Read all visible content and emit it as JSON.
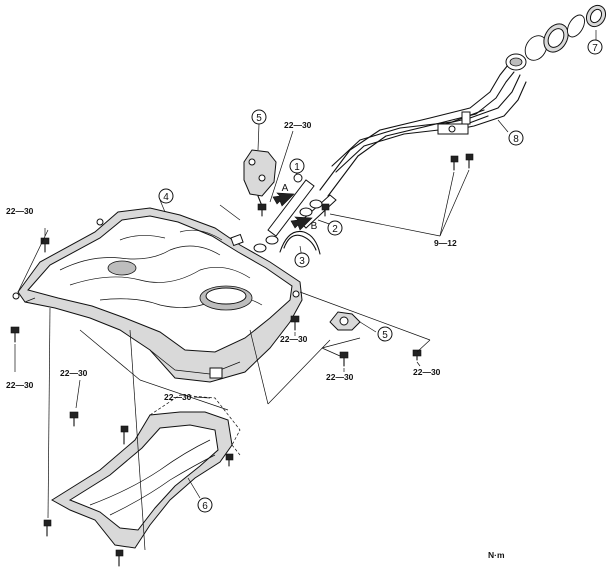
{
  "callouts": {
    "c1": "1",
    "c2": "2",
    "c3": "3",
    "c4": "4",
    "c5a": "5",
    "c5b": "5",
    "c6": "6",
    "c7": "7",
    "c8": "8"
  },
  "torque": {
    "t_bracket_top": "22—30",
    "t_left_upper": "22—30",
    "t_left_lower": "22—30",
    "t_center": "22—30",
    "t_bottom_left": "22—30",
    "t_protector": "22—30",
    "t_right_bracket": "22—30",
    "t_far_right": "22—30",
    "t_filler": "9—12"
  },
  "view_markers": {
    "a": "A",
    "b": "B"
  },
  "unit_label": "N·m"
}
